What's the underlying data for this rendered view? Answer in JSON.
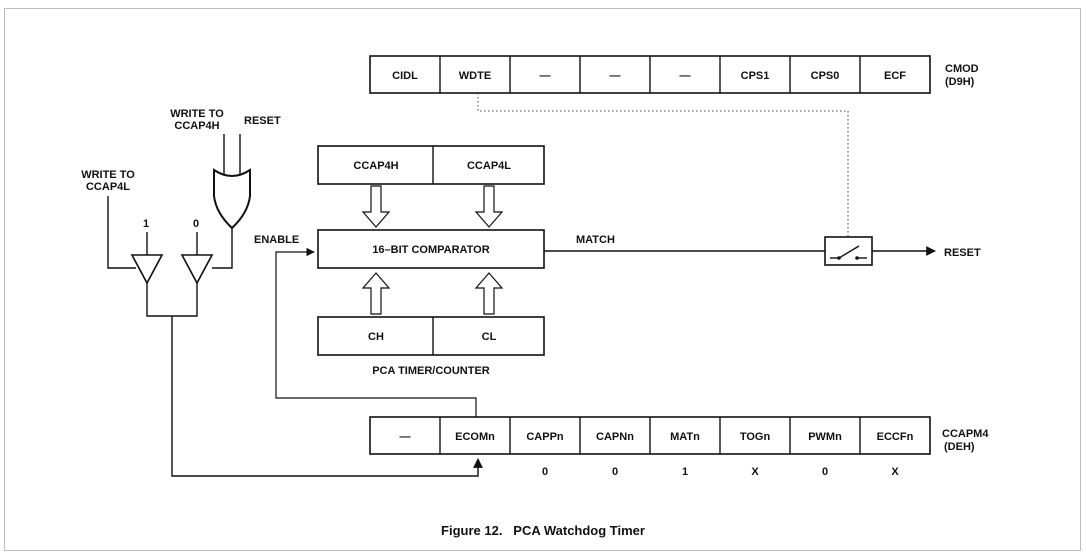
{
  "cmod": {
    "bits": [
      "CIDL",
      "WDTE",
      "—",
      "—",
      "—",
      "CPS1",
      "CPS0",
      "ECF"
    ],
    "name": "CMOD",
    "addr": "(D9H)"
  },
  "ccapm4": {
    "bits": [
      "—",
      "ECOMn",
      "CAPPn",
      "CAPNn",
      "MATn",
      "TOGn",
      "PWMn",
      "ECCFn"
    ],
    "values": [
      "0",
      "0",
      "1",
      "X",
      "0",
      "X"
    ],
    "name": "CCAPM4",
    "addr": "(DEH)"
  },
  "ccap": {
    "high": "CCAP4H",
    "low": "CCAP4L"
  },
  "comparator": "16–BIT COMPARATOR",
  "timer": {
    "high": "CH",
    "low": "CL",
    "label": "PCA TIMER/COUNTER"
  },
  "signals": {
    "write_ccap4h_line1": "WRITE TO",
    "write_ccap4h_line2": "CCAP4H",
    "write_ccap4l_line1": "WRITE TO",
    "write_ccap4l_line2": "CCAP4L",
    "reset_in": "RESET",
    "one": "1",
    "zero": "0",
    "enable": "ENABLE",
    "match": "MATCH",
    "reset_out": "RESET"
  },
  "caption": "Figure 12.   PCA Watchdog Timer"
}
